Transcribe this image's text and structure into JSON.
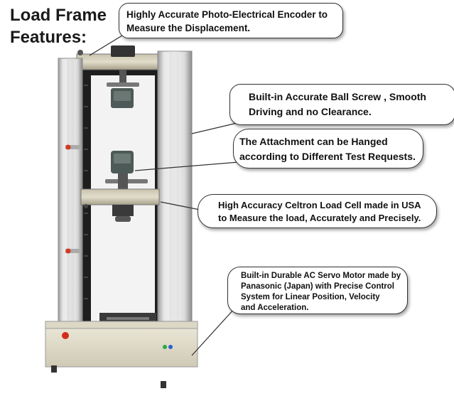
{
  "title": {
    "line1": "Load Frame",
    "line2": "Features:"
  },
  "callouts": {
    "encoder": {
      "line1": "Highly Accurate Photo-Electrical Encoder to",
      "line2": "Measure the Displacement."
    },
    "ball_screw": {
      "line1": "Built-in Accurate Ball Screw , Smooth",
      "line2": "Driving and no Clearance."
    },
    "attachment": {
      "line1": "The Attachment can be Hanged",
      "line2": "according to Different Test Requests."
    },
    "load_cell": {
      "line1": "High Accuracy Celtron Load Cell made in USA",
      "line2": "to Measure the load, Accurately and Precisely."
    },
    "servo_motor": {
      "line1": "Built-in Durable AC Servo Motor made by",
      "line2": "Panasonic (Japan) with Precise Control",
      "line3": "System for Linear Position, Velocity",
      "line4": "and Acceleration."
    }
  }
}
